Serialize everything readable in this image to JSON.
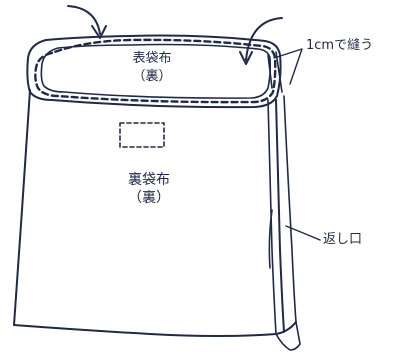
{
  "labels": {
    "outer_fabric": "表袋布",
    "outer_fabric_sub": "（裏）",
    "inner_fabric": "裏袋布",
    "inner_fabric_sub": "（裏）",
    "sew_note": "1cmで縫う",
    "return_opening": "返し口"
  },
  "colors": {
    "line": "#1f2a44",
    "background": "#ffffff"
  }
}
